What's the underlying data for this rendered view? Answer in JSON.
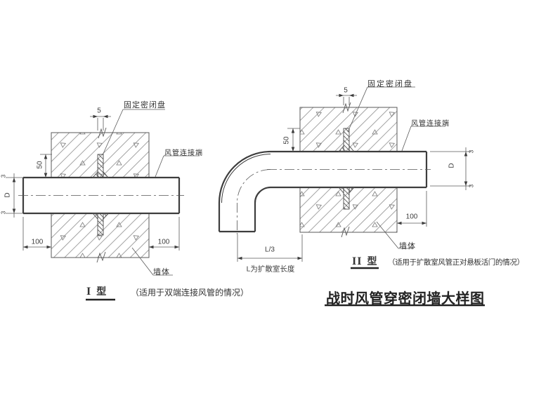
{
  "title": "战时风管穿密闭墙大样图",
  "left": {
    "seal_plate_label": "固定密闭盘",
    "duct_end_label": "风管连接端",
    "wall_label": "墙体",
    "dim_plate_width": "5",
    "dim_plate_height": "50",
    "dim_duct_diameter": "D",
    "dim_thickness_top": "3",
    "dim_thickness_bottom": "3",
    "dim_left_extension": "100",
    "dim_right_extension": "100",
    "type_numeral": "I",
    "type_word": "型",
    "type_note": "（适用于双端连接风管的情况）"
  },
  "right": {
    "seal_plate_label": "固定密闭盘",
    "duct_end_label": "风管连接端",
    "wall_label": "墙体",
    "dim_plate_width": "5",
    "dim_plate_height": "50",
    "dim_duct_diameter": "D",
    "dim_thickness_top": "3",
    "dim_thickness_bottom": "3",
    "dim_wall_extension": "100",
    "dim_elbow_offset": "L/3",
    "elbow_note": "L为扩散室长度",
    "type_numeral": "II",
    "type_word": "型",
    "type_note": "（适用于扩散室风管正对悬板活门的情况）"
  },
  "colors": {
    "line": "#5a5a5a",
    "thick": "#3d3d3d",
    "hatch": "#8c8c8c",
    "text": "#333333",
    "background": "#ffffff"
  }
}
